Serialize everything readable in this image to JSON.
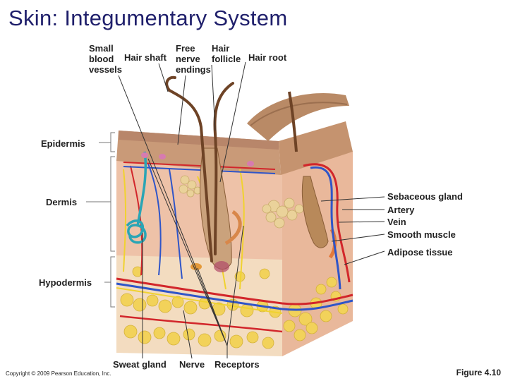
{
  "title": "Skin: Integumentary System",
  "labels": {
    "small_blood_vessels": "Small\nblood\nvessels",
    "hair_shaft": "Hair shaft",
    "free_nerve_endings": "Free\nnerve\nendings",
    "hair_follicle": "Hair\nfollicle",
    "hair_root": "Hair root",
    "epidermis": "Epidermis",
    "dermis": "Dermis",
    "hypodermis": "Hypodermis",
    "sebaceous_gland": "Sebaceous gland",
    "artery": "Artery",
    "vein": "Vein",
    "smooth_muscle": "Smooth muscle",
    "adipose_tissue": "Adipose tissue",
    "sweat_gland": "Sweat gland",
    "nerve": "Nerve",
    "receptors": "Receptors"
  },
  "copyright": "Copyright © 2009 Pearson Education, Inc.",
  "figure": "Figure 4.10",
  "colors": {
    "title": "#1f1f6b",
    "epidermis": "#c99a78",
    "dermis": "#eec2a8",
    "hypodermis": "#f3dcc0",
    "fat": "#f2d25a",
    "artery": "#d2262b",
    "vein": "#2f55c8",
    "nerve": "#f0d230",
    "sweat_gland": "#2aa5b5",
    "hair": "#6e4326"
  }
}
